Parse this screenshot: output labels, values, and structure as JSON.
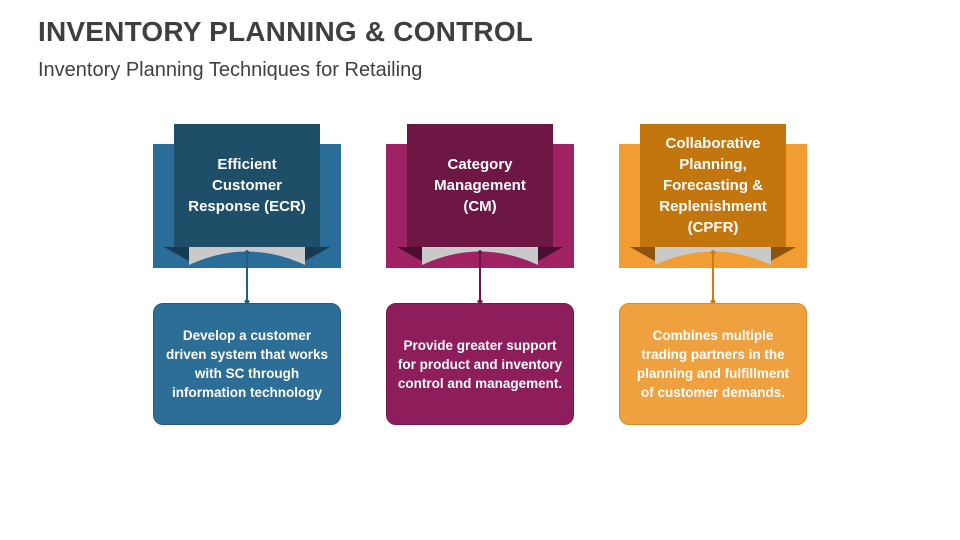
{
  "header": {
    "title": "INVENTORY PLANNING & CONTROL",
    "subtitle": "Inventory Planning Techniques for Retailing",
    "title_color": "#3f3f3f",
    "subtitle_color": "#404040"
  },
  "columns": [
    {
      "id": "ecr",
      "header": "Efficient\nCustomer\nResponse (ECR)",
      "description": "Develop a customer driven system that works with SC through information technology",
      "colors": {
        "front": "#1f4e69",
        "back": "#2b6d99",
        "fold": "#173c52",
        "curl": "#c9c9c9",
        "connector": "#235d80",
        "box": "#2d6e96",
        "box_border": "#24597c"
      }
    },
    {
      "id": "cm",
      "header": "Category\nManagement\n(CM)",
      "description": "Provide greater support for product and inventory control and management.",
      "colors": {
        "front": "#6e1745",
        "back": "#9e2264",
        "fold": "#4a0f30",
        "curl": "#c9c9c9",
        "connector": "#6e1745",
        "box": "#8e1d5b",
        "box_border": "#75184b"
      }
    },
    {
      "id": "cpfr",
      "header": "Collaborative\nPlanning,\nForecasting &\nReplenishment\n(CPFR)",
      "description": "Combines multiple trading partners in the planning and fulfillment of customer demands.",
      "colors": {
        "front": "#c2760d",
        "back": "#f29d32",
        "fold": "#8c5410",
        "curl": "#c9c9c9",
        "connector": "#cc7d12",
        "box": "#efa03f",
        "box_border": "#d88c24"
      }
    }
  ]
}
